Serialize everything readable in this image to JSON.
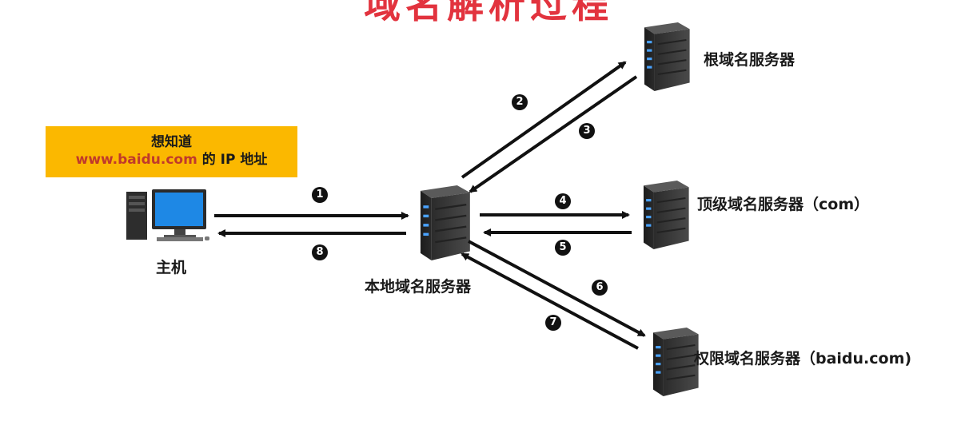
{
  "title": "域名解析过程",
  "note": {
    "line1": "想知道",
    "url": "www.baidu.com",
    "suffix": " 的 IP 地址"
  },
  "nodes": {
    "host": "主机",
    "local_dns": "本地域名服务器",
    "root_dns": "根域名服务器",
    "tld_dns": "顶级域名服务器（com）",
    "auth_dns": "权限域名服务器（baidu.com)"
  },
  "steps": [
    "1",
    "2",
    "3",
    "4",
    "5",
    "6",
    "7",
    "8"
  ],
  "colors": {
    "title": "#e2333e",
    "note_bg": "#fbb800",
    "url": "#c0392b",
    "arrow": "#111111",
    "monitor": "#1e88e5",
    "server": "#3a3a3a"
  }
}
